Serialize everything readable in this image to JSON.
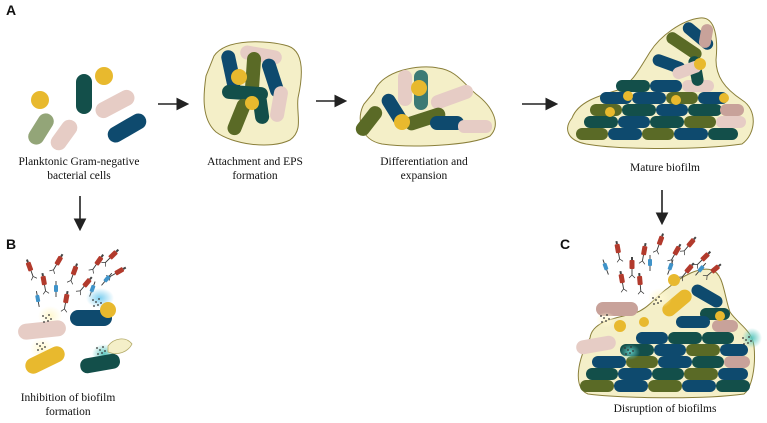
{
  "panels": {
    "a": {
      "letter": "A",
      "stages": [
        {
          "line1": "Planktonic Gram-negative",
          "line2": "bacterial cells"
        },
        {
          "line1": "Attachment and EPS",
          "line2": "formation"
        },
        {
          "line1": "Differentiation and",
          "line2": "expansion"
        },
        {
          "line1": "Mature biofilm",
          "line2": ""
        }
      ]
    },
    "b": {
      "letter": "B",
      "line1": "Inhibition of biofilm",
      "line2": "formation"
    },
    "c": {
      "letter": "C",
      "line1": "Disruption of biofilms",
      "line2": ""
    }
  },
  "colors": {
    "navy": "#0e4a6e",
    "teal": "#134f4a",
    "olive": "#5a6a26",
    "sage": "#93a578",
    "pink": "#e6ccc5",
    "rose": "#c8a29a",
    "yellow": "#e8b92e",
    "eps": "#f4efc8",
    "eps_stroke": "#8a7f3a",
    "arrow": "#222222",
    "phage_body": "#b23a2c",
    "phage_blue": "#3f93c9"
  },
  "icons": [
    "gram-negative-rod-icon",
    "yellow-coccus-icon",
    "eps-matrix-icon",
    "phage-syringe-icon",
    "burst-effect-icon"
  ]
}
